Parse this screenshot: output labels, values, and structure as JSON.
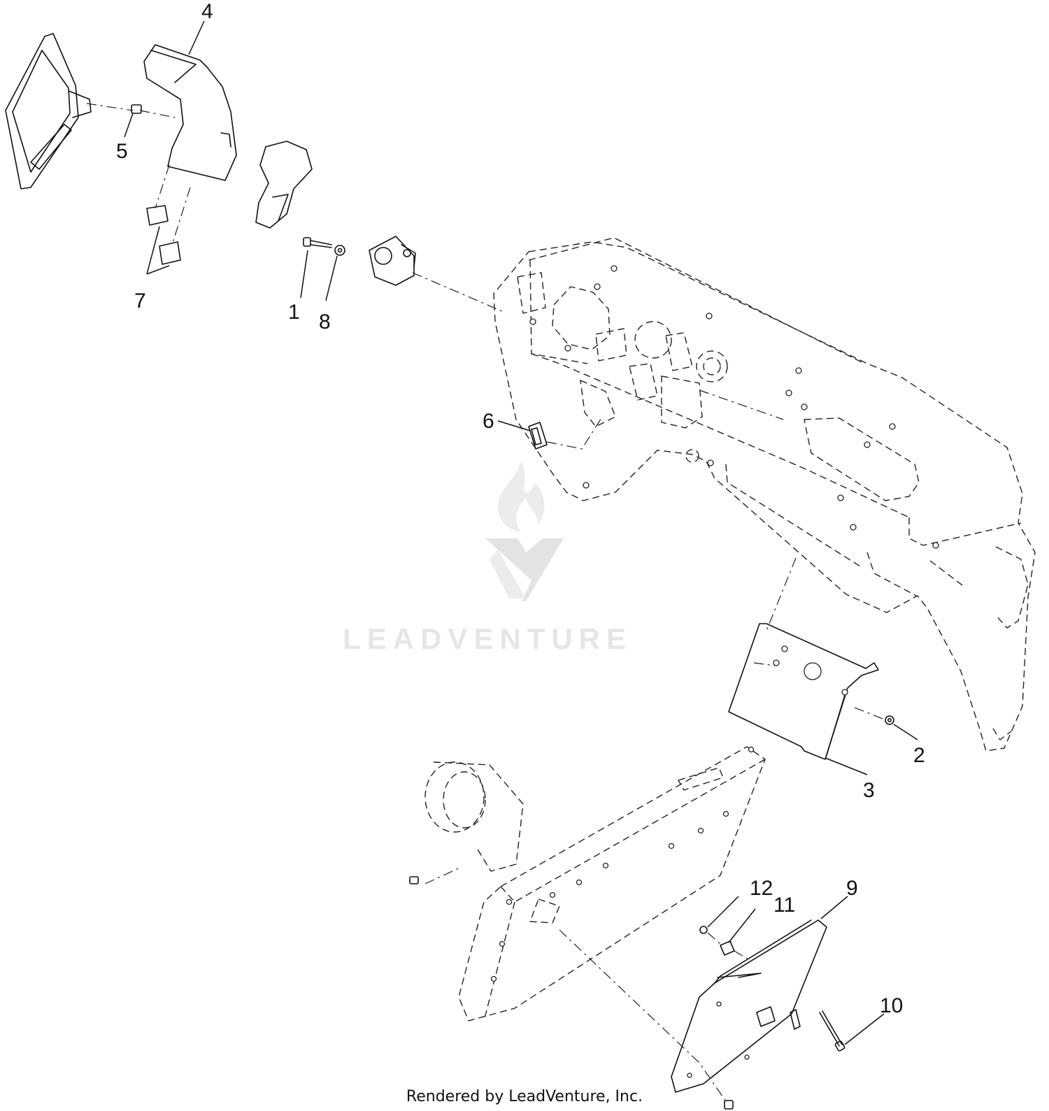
{
  "watermark": {
    "brand": "LEADVENTURE"
  },
  "footer": {
    "text": "Rendered by LeadVenture, Inc."
  },
  "callouts": {
    "c1": "1",
    "c2": "2",
    "c3": "3",
    "c4": "4",
    "c5": "5",
    "c6": "6",
    "c7": "7",
    "c8": "8",
    "c9": "9",
    "c10": "10",
    "c11": "11",
    "c12": "12"
  }
}
